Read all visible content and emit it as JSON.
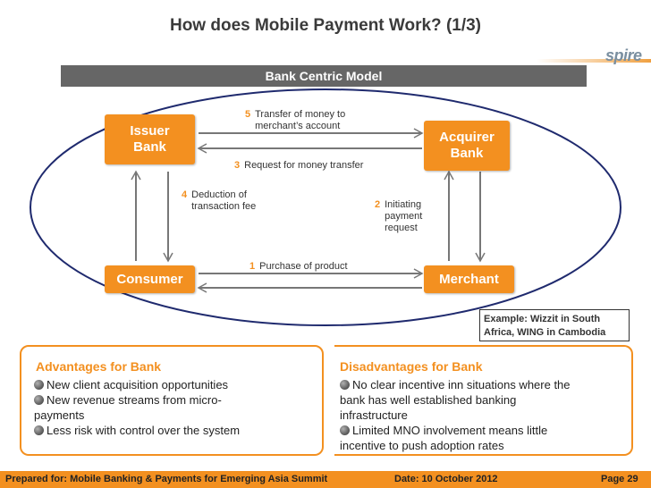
{
  "title": "How does Mobile Payment Work? (1/3)",
  "logo": "spire",
  "model_title": "Bank Centric Model",
  "nodes": {
    "issuer": "Issuer\nBank",
    "acquirer": "Acquirer\nBank",
    "consumer": "Consumer",
    "merchant": "Merchant"
  },
  "steps": [
    {
      "num": "5",
      "text": "Transfer of money to\nmerchant’s account"
    },
    {
      "num": "3",
      "text": "Request for money transfer"
    },
    {
      "num": "4",
      "text": "Deduction of\ntransaction fee"
    },
    {
      "num": "2",
      "text": "Initiating\npayment\nrequest"
    },
    {
      "num": "1",
      "text": "Purchase of product"
    }
  ],
  "example": "Example: Wizzit in South Africa, WING in Cambodia",
  "advantages": {
    "heading": "Advantages for Bank",
    "items": [
      "New client acquisition opportunities",
      "New revenue streams from micro-",
      "payments",
      "Less risk with control over the system"
    ]
  },
  "disadvantages": {
    "heading": "Disadvantages for Bank",
    "items": [
      "No clear incentive inn situations where the",
      "bank has well established banking",
      "infrastructure",
      "Limited MNO involvement means little",
      "incentive to push adoption rates"
    ]
  },
  "footer": {
    "prepared": "Prepared for: Mobile Banking & Payments for Emerging Asia Summit",
    "date": "Date: 10 October 2012",
    "page": "Page 29"
  },
  "colors": {
    "accent": "#f39020",
    "band": "#666666"
  }
}
